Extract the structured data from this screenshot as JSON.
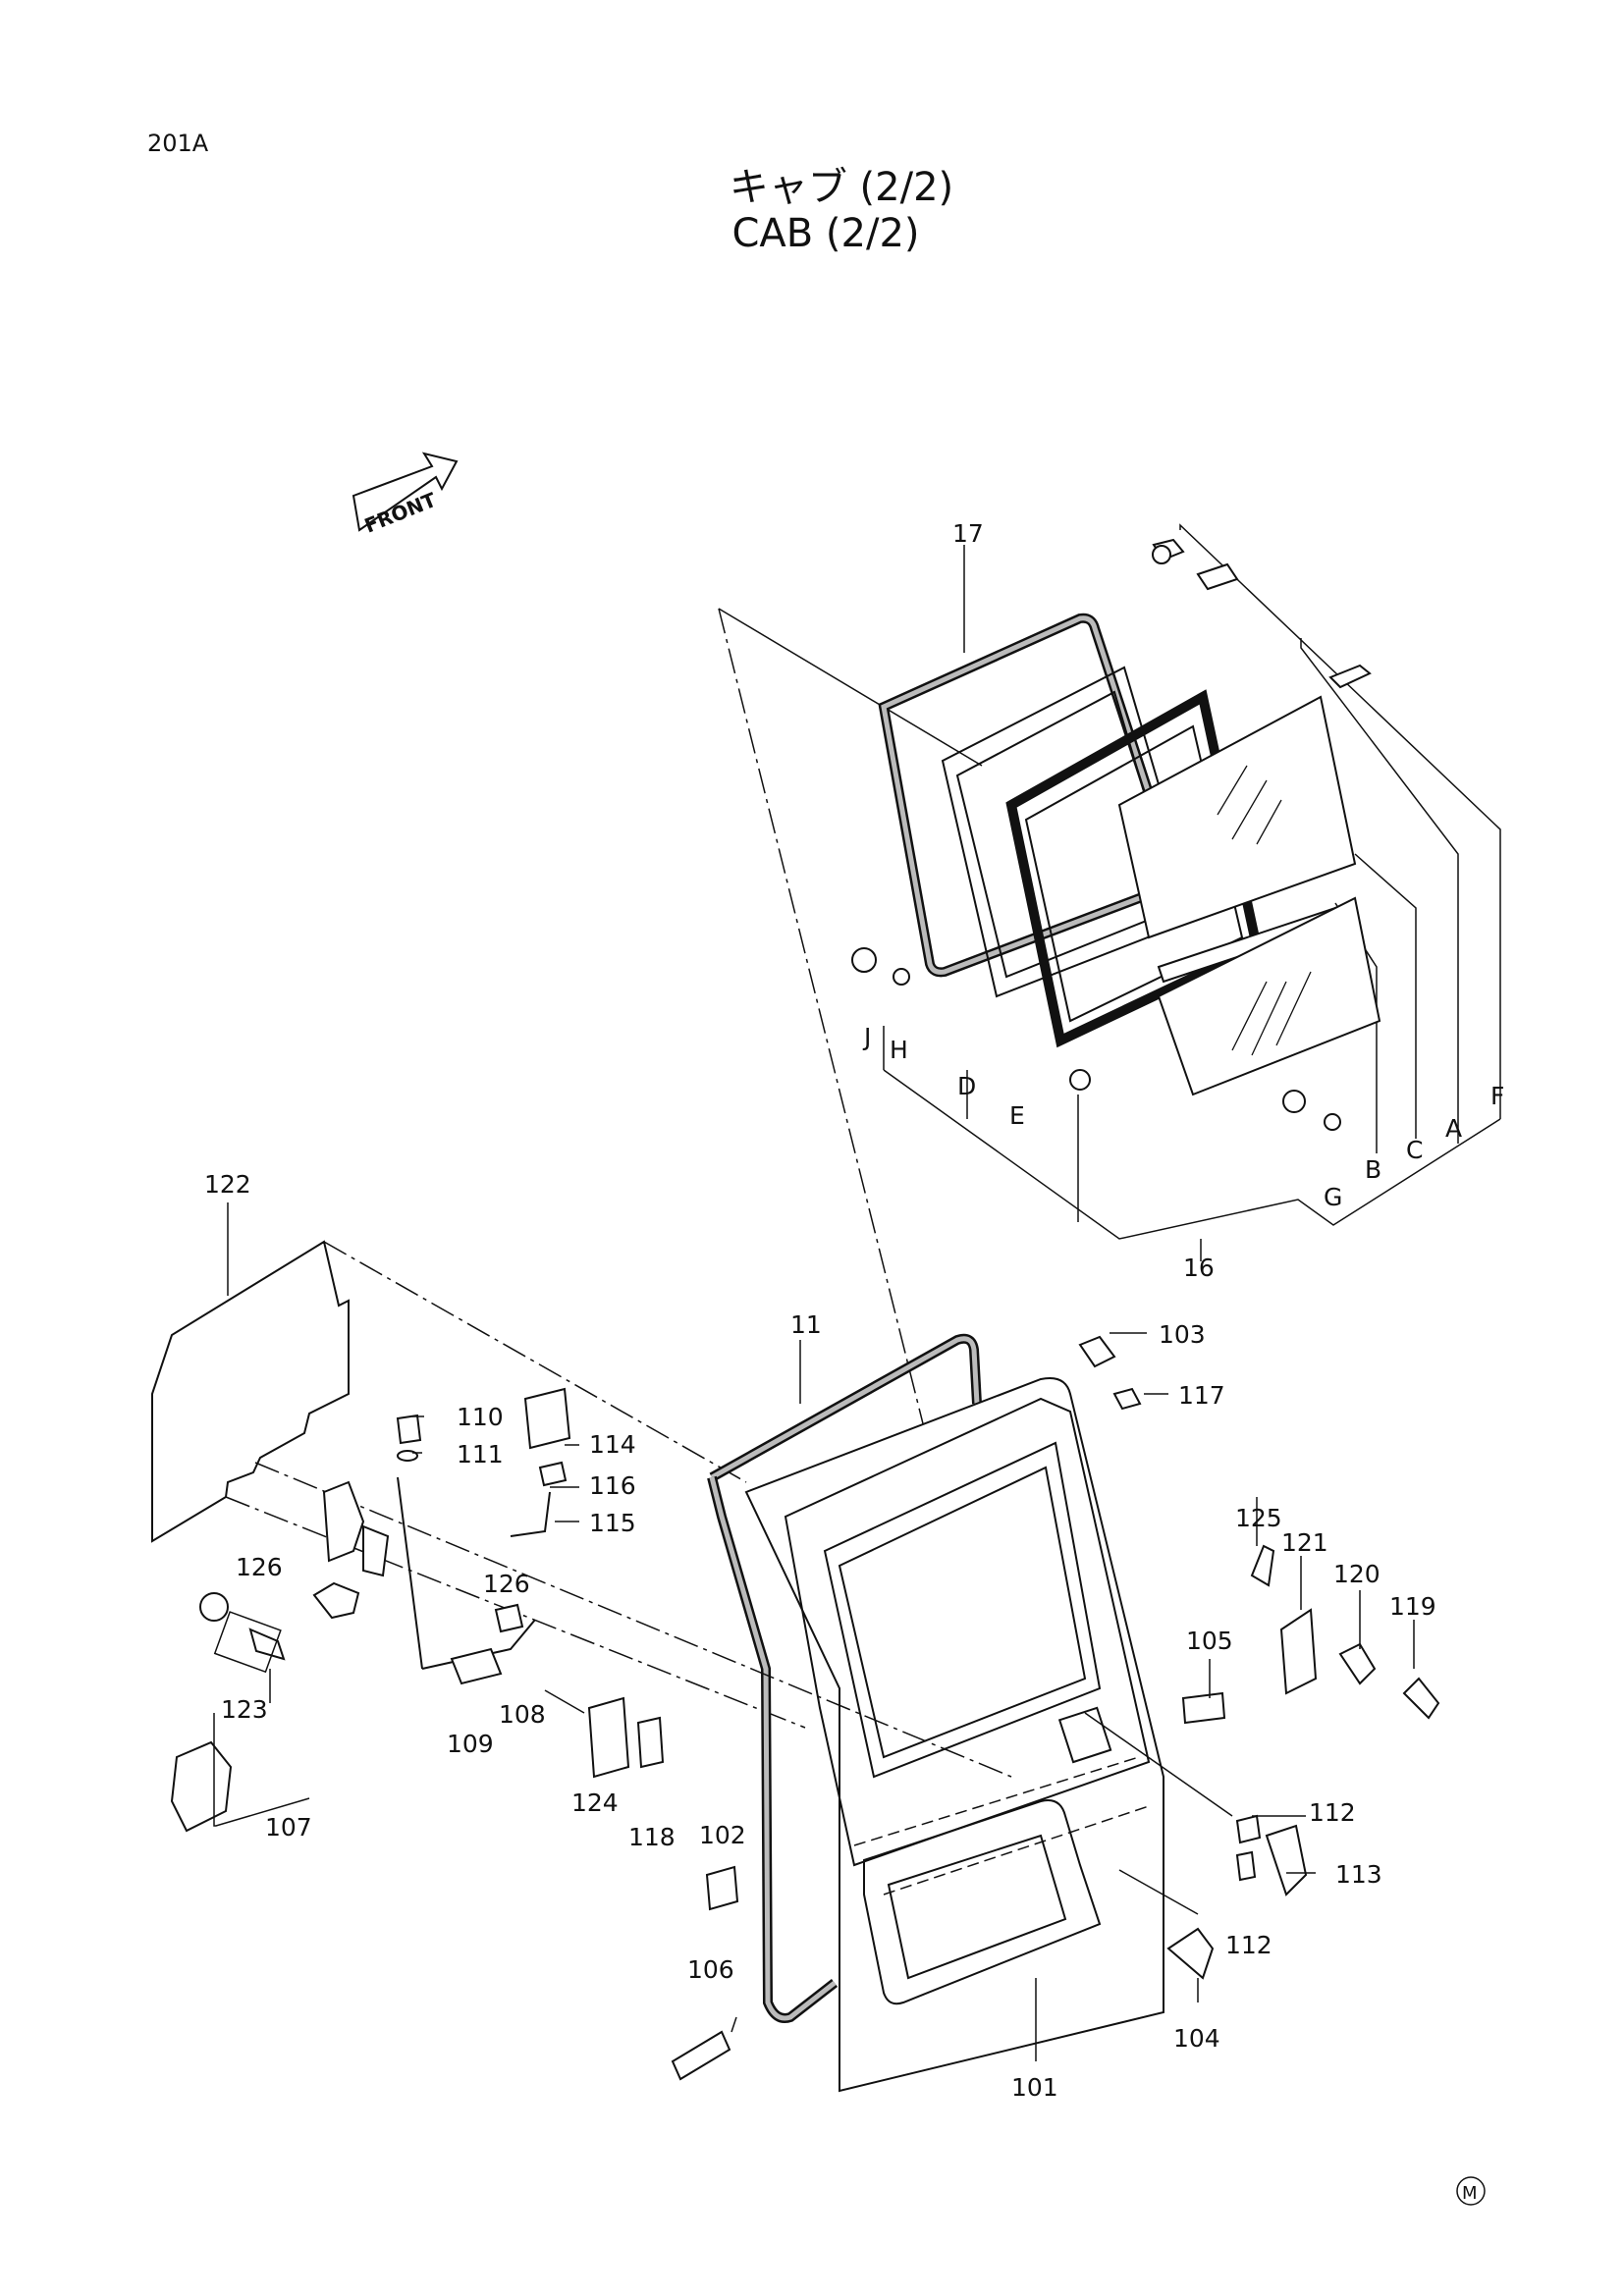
{
  "page_id": "201A",
  "title_jp": "キャブ (2/2)",
  "title_en": "CAB  (2/2)",
  "front_label": "FRONT",
  "mark": "M",
  "callouts": [
    {
      "id": "c17",
      "text": "17"
    },
    {
      "id": "c16",
      "text": "16"
    },
    {
      "id": "c11",
      "text": "11"
    },
    {
      "id": "cA",
      "text": "A"
    },
    {
      "id": "cB",
      "text": "B"
    },
    {
      "id": "cC",
      "text": "C"
    },
    {
      "id": "cD",
      "text": "D"
    },
    {
      "id": "cE",
      "text": "E"
    },
    {
      "id": "cF",
      "text": "F"
    },
    {
      "id": "cG",
      "text": "G"
    },
    {
      "id": "cH",
      "text": "H"
    },
    {
      "id": "cJ",
      "text": "J"
    },
    {
      "id": "c101",
      "text": "101"
    },
    {
      "id": "c102",
      "text": "102"
    },
    {
      "id": "c103",
      "text": "103"
    },
    {
      "id": "c104",
      "text": "104"
    },
    {
      "id": "c105",
      "text": "105"
    },
    {
      "id": "c106",
      "text": "106"
    },
    {
      "id": "c107",
      "text": "107"
    },
    {
      "id": "c108",
      "text": "108"
    },
    {
      "id": "c109",
      "text": "109"
    },
    {
      "id": "c110",
      "text": "110"
    },
    {
      "id": "c111",
      "text": "111"
    },
    {
      "id": "c112a",
      "text": "112"
    },
    {
      "id": "c112b",
      "text": "112"
    },
    {
      "id": "c113",
      "text": "113"
    },
    {
      "id": "c114",
      "text": "114"
    },
    {
      "id": "c115",
      "text": "115"
    },
    {
      "id": "c116",
      "text": "116"
    },
    {
      "id": "c117",
      "text": "117"
    },
    {
      "id": "c118",
      "text": "118"
    },
    {
      "id": "c119",
      "text": "119"
    },
    {
      "id": "c120",
      "text": "120"
    },
    {
      "id": "c121",
      "text": "121"
    },
    {
      "id": "c122",
      "text": "122"
    },
    {
      "id": "c123",
      "text": "123"
    },
    {
      "id": "c124",
      "text": "124"
    },
    {
      "id": "c125",
      "text": "125"
    },
    {
      "id": "c126a",
      "text": "126"
    },
    {
      "id": "c126b",
      "text": "126"
    }
  ]
}
